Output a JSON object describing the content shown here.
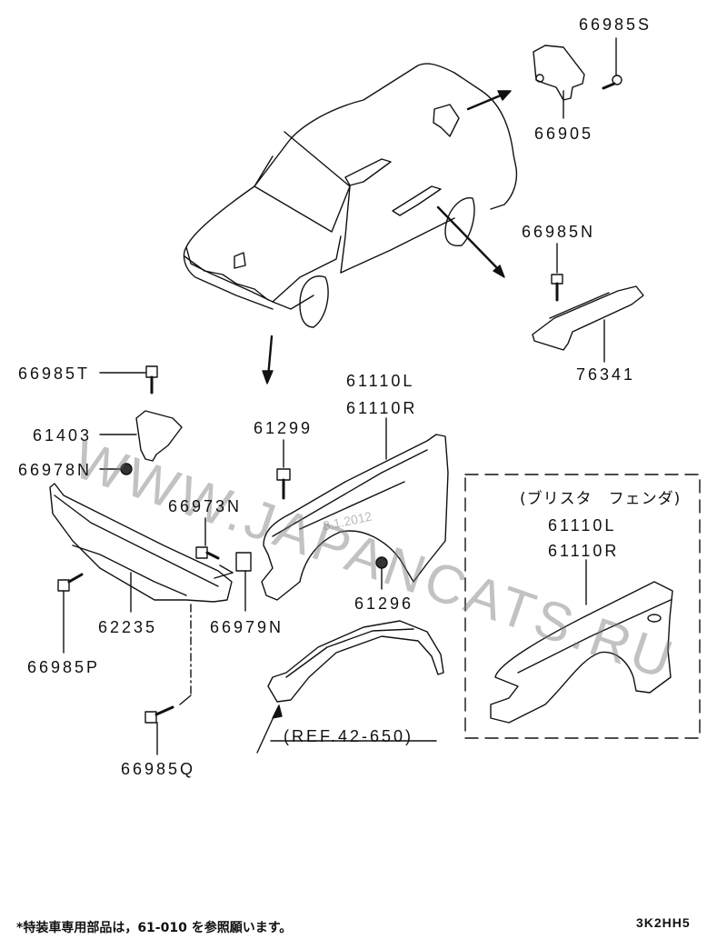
{
  "diagram": {
    "type": "parts exploded view",
    "parts": {
      "p66985S": "66985S",
      "p66905": "66905",
      "p66985N": "66985N",
      "p76341": "76341",
      "p66985T": "66985T",
      "p61403": "61403",
      "p66978N": "66978N",
      "p61299": "61299",
      "p61110L": "61110L",
      "p61110R": "61110R",
      "p66973N": "66973N",
      "p62235": "62235",
      "p66979N": "66979N",
      "p61296": "61296",
      "p66985P": "66985P",
      "p66985Q": "66985Q"
    },
    "reference": "(REF.42-650)",
    "optional_box": {
      "title": "(ブリスタ　フェンダ)",
      "part_left": "61110L",
      "part_right": "61110R"
    },
    "footnote": "*特装車専用部品は，61-010 を参照願います。",
    "diagram_code": "3K2HH5",
    "watermark": "WWW.JAPANCATS.RU",
    "watermark_date": "8.1.2012"
  }
}
